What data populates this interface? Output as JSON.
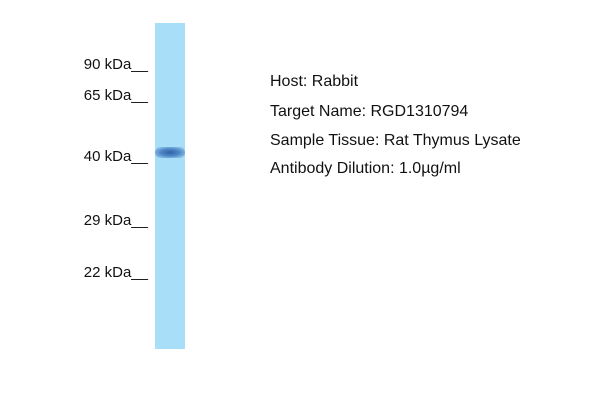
{
  "markers": [
    {
      "label": "90 kDa__"
    },
    {
      "label": "65 kDa__"
    },
    {
      "label": "40 kDa__"
    },
    {
      "label": "29 kDa__"
    },
    {
      "label": "22 kDa__"
    }
  ],
  "info": {
    "host": "Host: Rabbit",
    "target": "Target Name: RGD1310794",
    "tissue": "Sample Tissue: Rat Thymus Lysate",
    "dilution": "Antibody Dilution: 1.0µg/ml"
  },
  "colors": {
    "lane": "#a9def8",
    "band": "#2b5aa0"
  }
}
